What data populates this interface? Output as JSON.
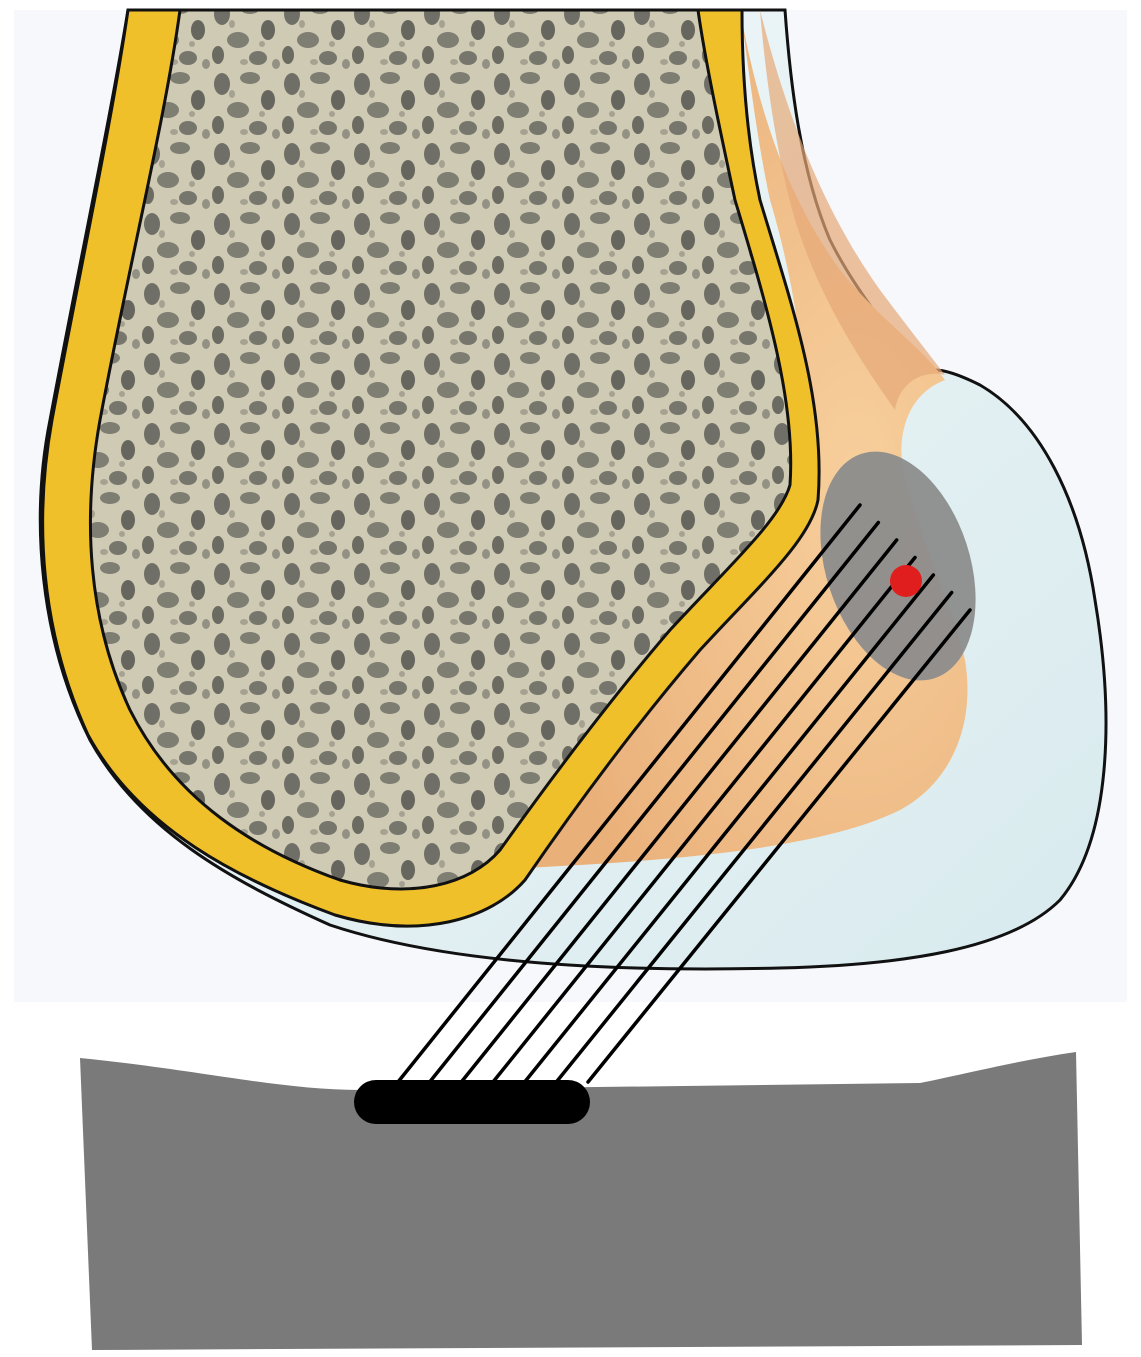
{
  "colors": {
    "background": "#ffffff",
    "panel": "#f7f8fc",
    "cortex": "#f0c02a",
    "cancellous_light": "#cdc8b0",
    "cancellous_dark": "#5f5f59",
    "tissue": "#f2c28e",
    "tissue_shade": "#dda06c",
    "cartilage": "#e4f1f4",
    "outline": "#111111",
    "attachment_zone": "#8c8c8c",
    "red_dot": "#e01e1e",
    "fiber": "#000000",
    "base_block": "#7a7a7a",
    "anchor_plate": "#000000"
  },
  "diagram": {
    "elements": [
      {
        "name": "bone",
        "icon": "cancellous-bone-region"
      },
      {
        "name": "cortical-shell",
        "icon": "yellow-outline"
      },
      {
        "name": "soft-tissue",
        "icon": "orange-layer"
      },
      {
        "name": "cartilage-cap",
        "icon": "pale-blue-cap"
      },
      {
        "name": "attachment-zone",
        "icon": "gray-ellipse"
      },
      {
        "name": "marker",
        "icon": "red-dot"
      },
      {
        "name": "fiber-bundle",
        "icon": "parallel-lines"
      },
      {
        "name": "anchor-plate",
        "icon": "black-bar"
      },
      {
        "name": "base-block",
        "icon": "gray-block"
      }
    ],
    "fiber_count": 7
  }
}
